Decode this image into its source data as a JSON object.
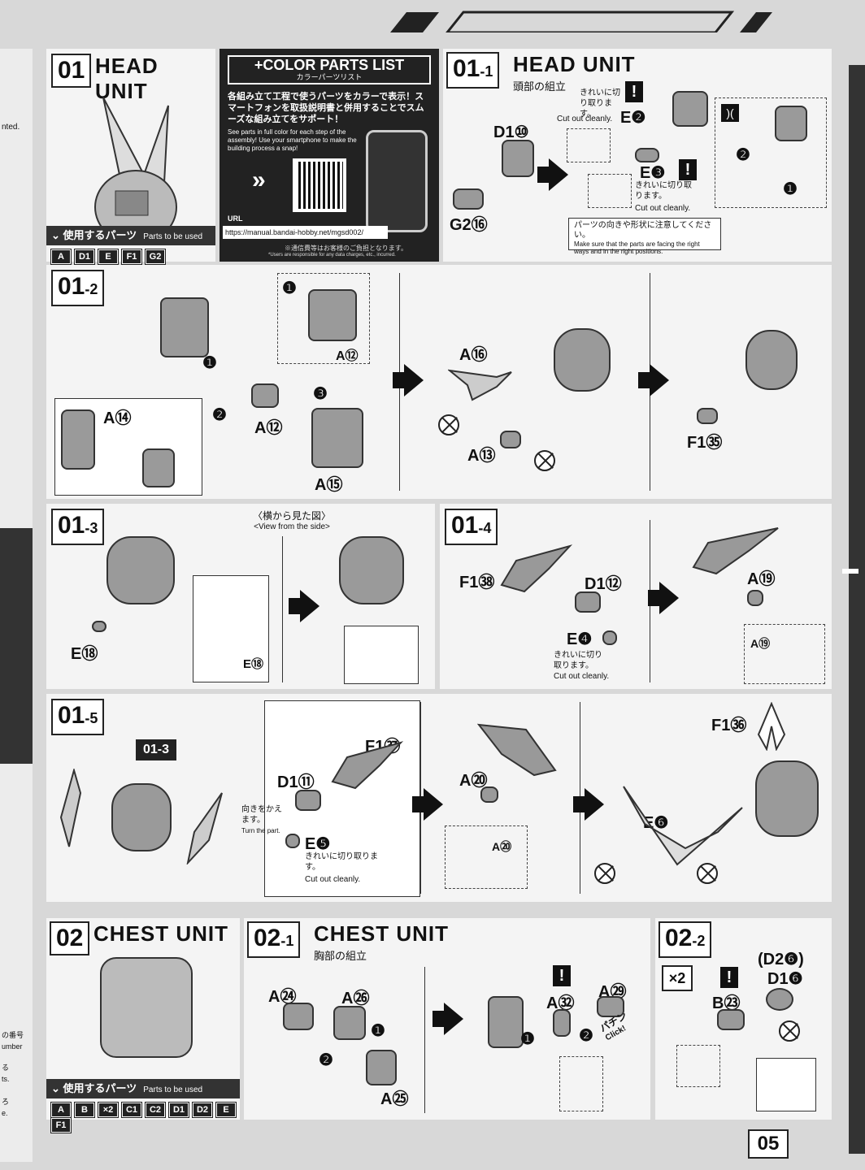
{
  "left_margin": {
    "t1": "nted.",
    "t2": "の番号",
    "t3": "umber",
    "t4": "る",
    "t5": "ts.",
    "t6": "ろ",
    "t7": "e."
  },
  "step01": {
    "num": "01",
    "title": "HEAD UNIT",
    "parts_label": "使用するパーツ",
    "parts_label_en": "Parts to be used",
    "parts": [
      "A",
      "D1",
      "E",
      "F1",
      "G2"
    ]
  },
  "color_list": {
    "title": "COLOR PARTS LIST",
    "plus": "+",
    "subtitle": "カラーパーツリスト",
    "jp_text": "各組み立て工程で使うパーツをカラーで表示！スマートフォンを取扱説明書と併用することでスムーズな組み立てをサポート！",
    "en_text": "See parts in full color for each step of the assembly! Use your smartphone to make the building process a snap!",
    "url_label": "URL",
    "url": "https://manual.bandai-hobby.net/mgsd002/",
    "fee_jp": "※通信費等はお客様のご負担となります。",
    "fee_en": "*Users are responsible for any data charges, etc., incurred."
  },
  "step01_1": {
    "num": "01",
    "sub": "-1",
    "title": "HEAD UNIT",
    "subtitle": "頭部の組立",
    "labels": {
      "d1": "D1⑩",
      "g2": "G2⑯",
      "e2": "E❷",
      "e3": "E❸",
      "n1": "❶",
      "n2": "❷"
    },
    "cut_jp_1": "きれいに切り取ります。",
    "cut_en_1": "Cut out cleanly.",
    "cut_jp_2": "きれいに切り取ります。",
    "cut_en_2": "Cut out cleanly.",
    "note_jp": "パーツの向きや形状に注意してください。",
    "note_en": "Make sure that the parts are facing the right ways and in the right positions."
  },
  "step01_2": {
    "num": "01",
    "sub": "-2",
    "labels": {
      "a14": "A⑭",
      "a12a": "A⑫",
      "a12b": "A⑫",
      "a15": "A⑮",
      "a16": "A⑯",
      "a13": "A⑬",
      "f135": "F1㉟",
      "n1a": "❶",
      "n1b": "❶",
      "n2": "❷",
      "n3": "❸"
    }
  },
  "step01_3": {
    "num": "01",
    "sub": "-3",
    "side_jp": "〈横から見た図〉",
    "side_en": "<View from the side>",
    "labels": {
      "e18a": "E⑱",
      "e18b": "E⑱"
    }
  },
  "step01_4": {
    "num": "01",
    "sub": "-4",
    "labels": {
      "f138": "F1㊳",
      "d112": "D1⑫",
      "e4": "E❹",
      "a19a": "A⑲",
      "a19b": "A⑲"
    },
    "cut_jp": "きれいに切り取ります。",
    "cut_en": "Cut out cleanly."
  },
  "step01_5": {
    "num": "01",
    "sub": "-5",
    "ref": "01-3",
    "labels": {
      "f137": "F1㊲",
      "d111": "D1⑪",
      "e5": "E❺",
      "a20a": "A⑳",
      "a20b": "A⑳",
      "f136": "F1㊱",
      "e6": "E❻"
    },
    "turn_jp": "向きをかえます。",
    "turn_en": "Turn the part.",
    "cut_jp": "きれいに切り取ります。",
    "cut_en": "Cut out cleanly."
  },
  "step02": {
    "num": "02",
    "title": "CHEST UNIT",
    "parts_label": "使用するパーツ",
    "parts_label_en": "Parts to be used",
    "parts": [
      "A",
      "B",
      "×2",
      "C1",
      "C2",
      "D1",
      "D2",
      "E",
      "F1"
    ]
  },
  "step02_1": {
    "num": "02",
    "sub": "-1",
    "title": "CHEST UNIT",
    "subtitle": "胸部の組立",
    "labels": {
      "a24": "A㉔",
      "a26": "A㉖",
      "a25": "A㉕",
      "a32": "A㉜",
      "a29": "A㉙",
      "n1a": "❶",
      "n2a": "❷",
      "n1b": "❶",
      "n2b": "❷"
    },
    "click_jp": "パチン",
    "click_en": "Click!"
  },
  "step02_2": {
    "num": "02",
    "sub": "-2",
    "x2": "×2",
    "labels": {
      "d26": "(D2❻)",
      "d16": "D1❻",
      "b23": "B㉓"
    }
  },
  "page_number": "05"
}
